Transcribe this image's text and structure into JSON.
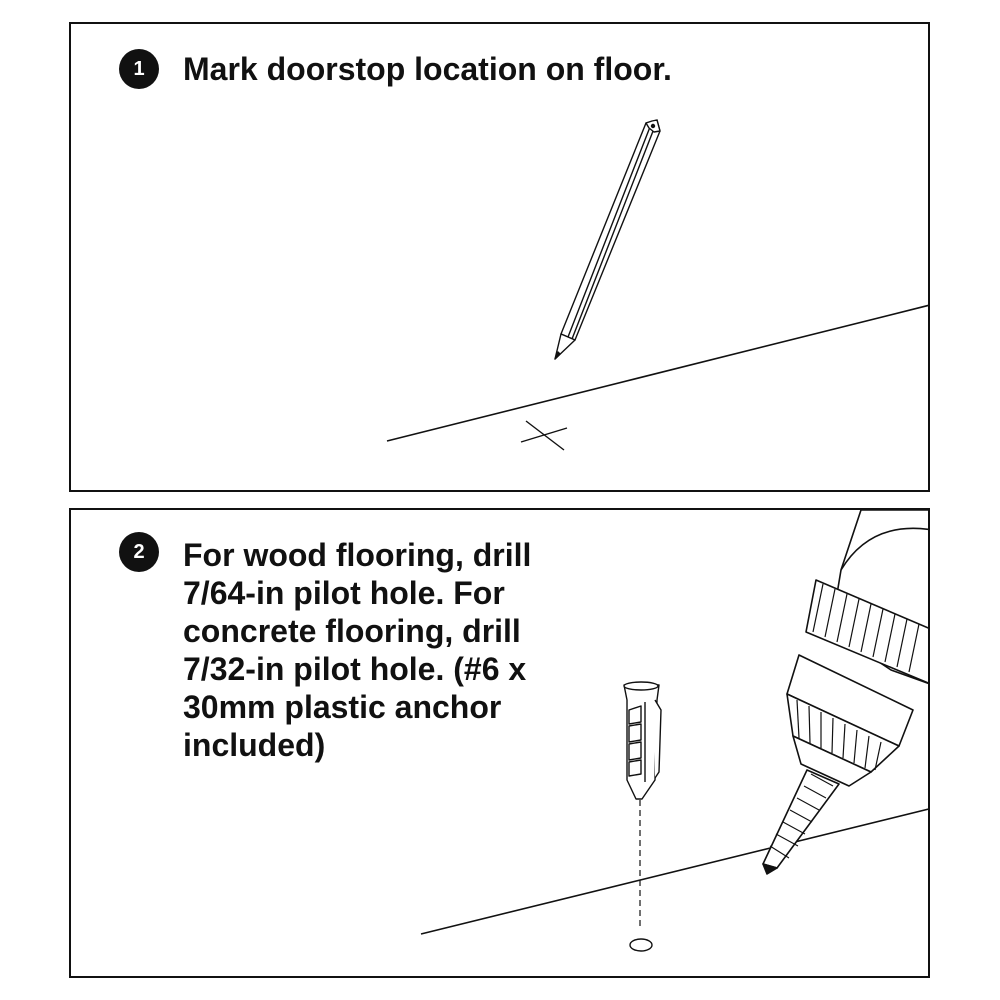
{
  "steps": [
    {
      "number": "1",
      "text": "Mark doorstop location on floor."
    },
    {
      "number": "2",
      "text": "For wood flooring, drill 7/64-in pilot hole. For concrete flooring, drill 7/32-in pilot hole. (#6 x 30mm plastic anchor included)"
    }
  ],
  "icons": {
    "step1": [
      "pencil-icon",
      "floor-mark-x-icon"
    ],
    "step2": [
      "drill-icon",
      "plastic-anchor-icon",
      "pilot-hole-icon"
    ]
  },
  "colors": {
    "line": "#111111",
    "background": "#ffffff"
  }
}
